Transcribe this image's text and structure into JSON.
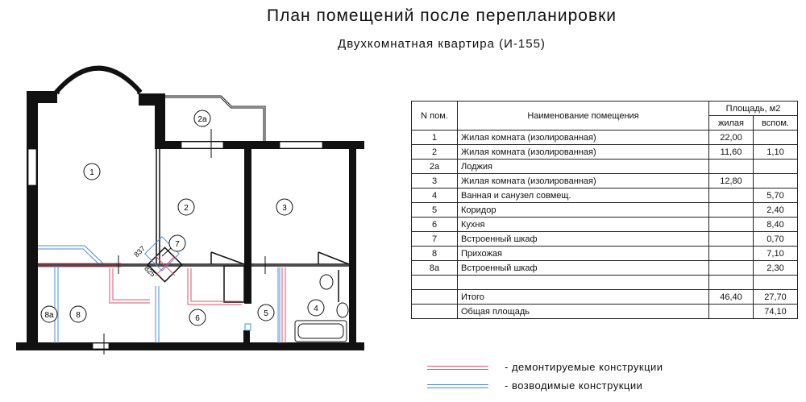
{
  "title": "План помещений после перепланировки",
  "subtitle": "Двухкомнатная квартира (И-155)",
  "plan": {
    "room_labels": [
      "1",
      "2",
      "2а",
      "3",
      "4",
      "5",
      "6",
      "7",
      "8",
      "8а"
    ],
    "dimensions": [
      "837",
      "825"
    ]
  },
  "table": {
    "headers": {
      "number": "N пом.",
      "name": "Наименование помещения",
      "area": "Площадь,  м2",
      "living": "жилая",
      "auxiliary": "вспом."
    },
    "rows": [
      {
        "n": "1",
        "name": "Жилая комната (изолированная)",
        "living": "22,00",
        "aux": ""
      },
      {
        "n": "2",
        "name": "Жилая комната (изолированная)",
        "living": "11,60",
        "aux": "1,10"
      },
      {
        "n": "2а",
        "name": "Лоджия",
        "living": "",
        "aux": ""
      },
      {
        "n": "3",
        "name": "Жилая комната (изолированная)",
        "living": "12,80",
        "aux": ""
      },
      {
        "n": "4",
        "name": "Ванная и санузел совмещ.",
        "living": "",
        "aux": "5,70"
      },
      {
        "n": "5",
        "name": "Коридор",
        "living": "",
        "aux": "2,40"
      },
      {
        "n": "6",
        "name": "Кухня",
        "living": "",
        "aux": "8,40"
      },
      {
        "n": "7",
        "name": "Встроенный шкаф",
        "living": "",
        "aux": "0,70"
      },
      {
        "n": "8",
        "name": "Прихожая",
        "living": "",
        "aux": "7,10"
      },
      {
        "n": "8а",
        "name": "Встроенный шкаф",
        "living": "",
        "aux": "2,30"
      },
      {
        "n": "",
        "name": "",
        "living": "",
        "aux": ""
      }
    ],
    "total": {
      "name": "Итого",
      "living": "46,40",
      "aux": "27,70"
    },
    "overall": {
      "name": "Общая площадь",
      "aux": "74,10"
    }
  },
  "legend": [
    {
      "text": "- демонтируемые конструкции",
      "color": "#e0506e"
    },
    {
      "text": "- возводимые конструкции",
      "color": "#4a8fd8"
    }
  ]
}
